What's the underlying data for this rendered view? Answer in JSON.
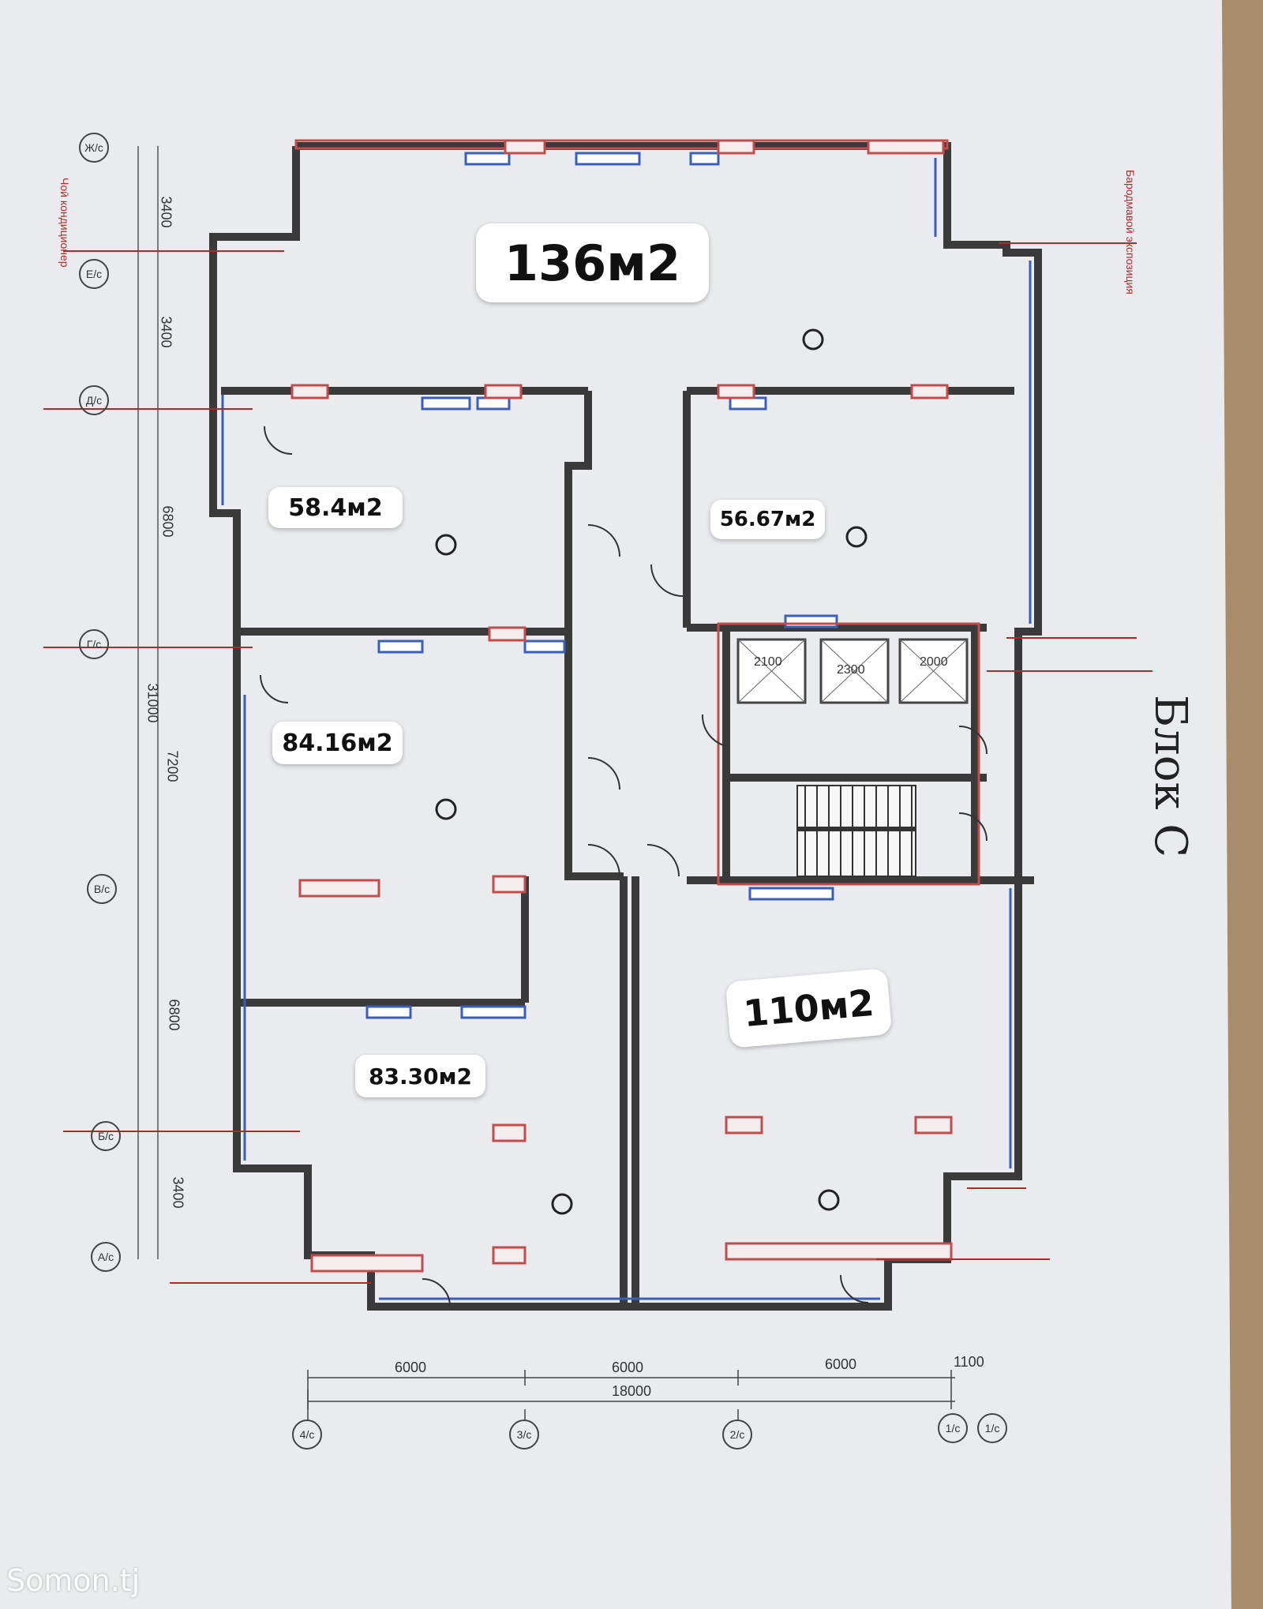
{
  "plan": {
    "block_title": "Блок С",
    "rooms": [
      {
        "id": "room-136",
        "area_label": "136м2"
      },
      {
        "id": "room-58",
        "area_label": "58.4м2"
      },
      {
        "id": "room-56",
        "area_label": "56.67м2"
      },
      {
        "id": "room-84",
        "area_label": "84.16м2"
      },
      {
        "id": "room-83",
        "area_label": "83.30м2"
      },
      {
        "id": "room-110",
        "area_label": "110м2"
      }
    ],
    "elevators": [
      "2100",
      "2300",
      "2000"
    ],
    "dimensions_bottom": [
      "6000",
      "6000",
      "6000",
      "1100",
      "18000"
    ],
    "dimensions_left": [
      "3400",
      "3400",
      "6800",
      "7200",
      "6800",
      "3400",
      "31000"
    ],
    "axes_bottom": [
      "4/с",
      "3/с",
      "2/с",
      "1/с",
      "1/с"
    ],
    "axes_left": [
      "Ж/с",
      "Е/с",
      "Д/с",
      "Г/с",
      "В/с",
      "Б/с",
      "А/с"
    ],
    "side_notes": [
      "Чоӣ кондиционер",
      "Бародмавоӣ экспозиция"
    ]
  },
  "watermark": "Somon.tj"
}
